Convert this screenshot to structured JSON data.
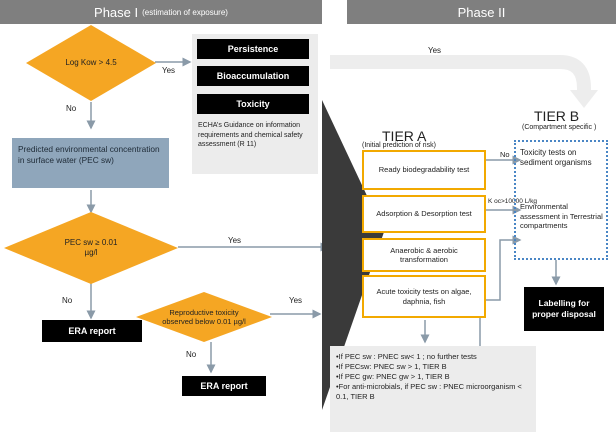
{
  "phase1": {
    "title": "Phase I",
    "subtitle": "(estimation of exposure)"
  },
  "phase2": {
    "title": "Phase II"
  },
  "diamond_logkow": "Log Kow > 4.5",
  "yes_labels": {
    "logkow": "Yes",
    "top": "Yes",
    "pec": "Yes",
    "repro": "Yes"
  },
  "no_labels": {
    "logkow": "No",
    "pec": "No",
    "repro": "No",
    "ready": "No"
  },
  "criteria": {
    "items": [
      "Persistence",
      "Bioaccumulation",
      "Toxicity"
    ],
    "echa_note": "ECHA’s Guidance on information requirements and chemical safety assessment (R 11)"
  },
  "predicted_box": "Predicted environmental concentration in surface water  (PEC sw)",
  "diamond_pec": {
    "line1": "PEC sw ≥ 0.01",
    "line2": "µg/l"
  },
  "era_report_1": "ERA report",
  "diamond_repro": {
    "line1": "Reproductive toxicity",
    "line2": "observed below 0.01 µg/l"
  },
  "era_report_2": "ERA report",
  "tier_a": {
    "title": "TIER A",
    "subtitle": "(Initial prediction of risk)",
    "tests": [
      "Ready biodegradability test",
      "Adsorption & Desorption test",
      "Anaerobic & aerobic transformation",
      "Acute toxicity tests on algae, daphnia, fish"
    ]
  },
  "koc_label": "K oc>10000 L/kg",
  "tier_b": {
    "title": "TIER B",
    "subtitle": "(Compartment specific )",
    "item1": "Toxicity tests on sediment organisms",
    "item2": "Environmental assessment in Terrestrial compartments"
  },
  "labelling_box": "Labelling for proper disposal",
  "criteria_list": [
    "•If PEC sw : PNEC  sw< 1 ; no further tests",
    "•If  PECsw: PNEC sw > 1, TIER B",
    "•If PEC gw: PNEC gw > 1, TIER B",
    "•For anti-microbials, if PEC sw : PNEC microorganism < 0.1, TIER B"
  ],
  "colors": {
    "orange": "#f5a623",
    "header_grey": "#7f7f7f",
    "blue_box": "#8fa6bb",
    "dotted_blue": "#4a86c5",
    "arrow_grey": "#8a9aa8"
  }
}
